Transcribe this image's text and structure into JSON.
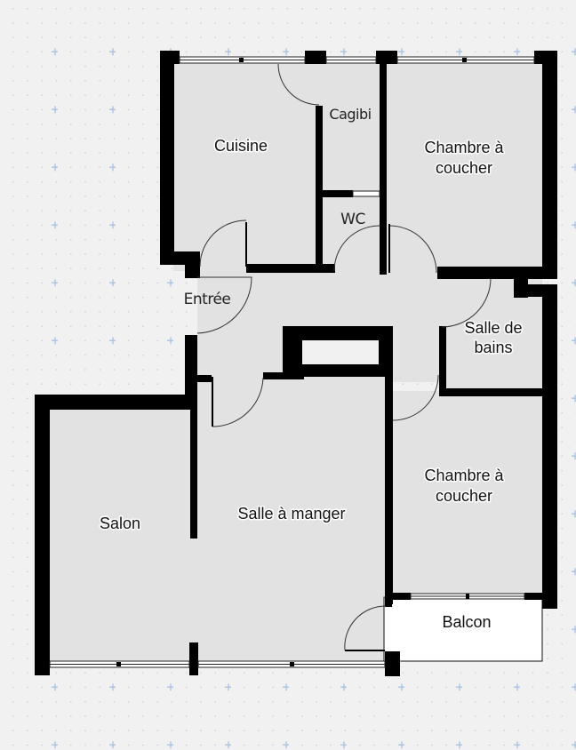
{
  "floor_plan": {
    "rooms": [
      {
        "id": "cuisine",
        "label": "Cuisine"
      },
      {
        "id": "cagibi",
        "label": "Cagibi"
      },
      {
        "id": "wc",
        "label": "WC"
      },
      {
        "id": "chambre-1",
        "label_line1": "Chambre à",
        "label_line2": "coucher"
      },
      {
        "id": "entree",
        "label": "Entrée"
      },
      {
        "id": "salle-de-bains",
        "label_line1": "Salle de",
        "label_line2": "bains"
      },
      {
        "id": "salon",
        "label": "Salon"
      },
      {
        "id": "salle-a-manger",
        "label": "Salle à manger"
      },
      {
        "id": "chambre-2",
        "label_line1": "Chambre à",
        "label_line2": "coucher"
      },
      {
        "id": "balcon",
        "label": "Balcon"
      }
    ],
    "colors": {
      "background": "#f1f1f2",
      "room_fill": "#e2e2e2",
      "wall": "#000000",
      "balcony_fill": "#ffffff",
      "grid_dot": "#c9ccd3",
      "grid_cross": "#aac4e4"
    }
  }
}
